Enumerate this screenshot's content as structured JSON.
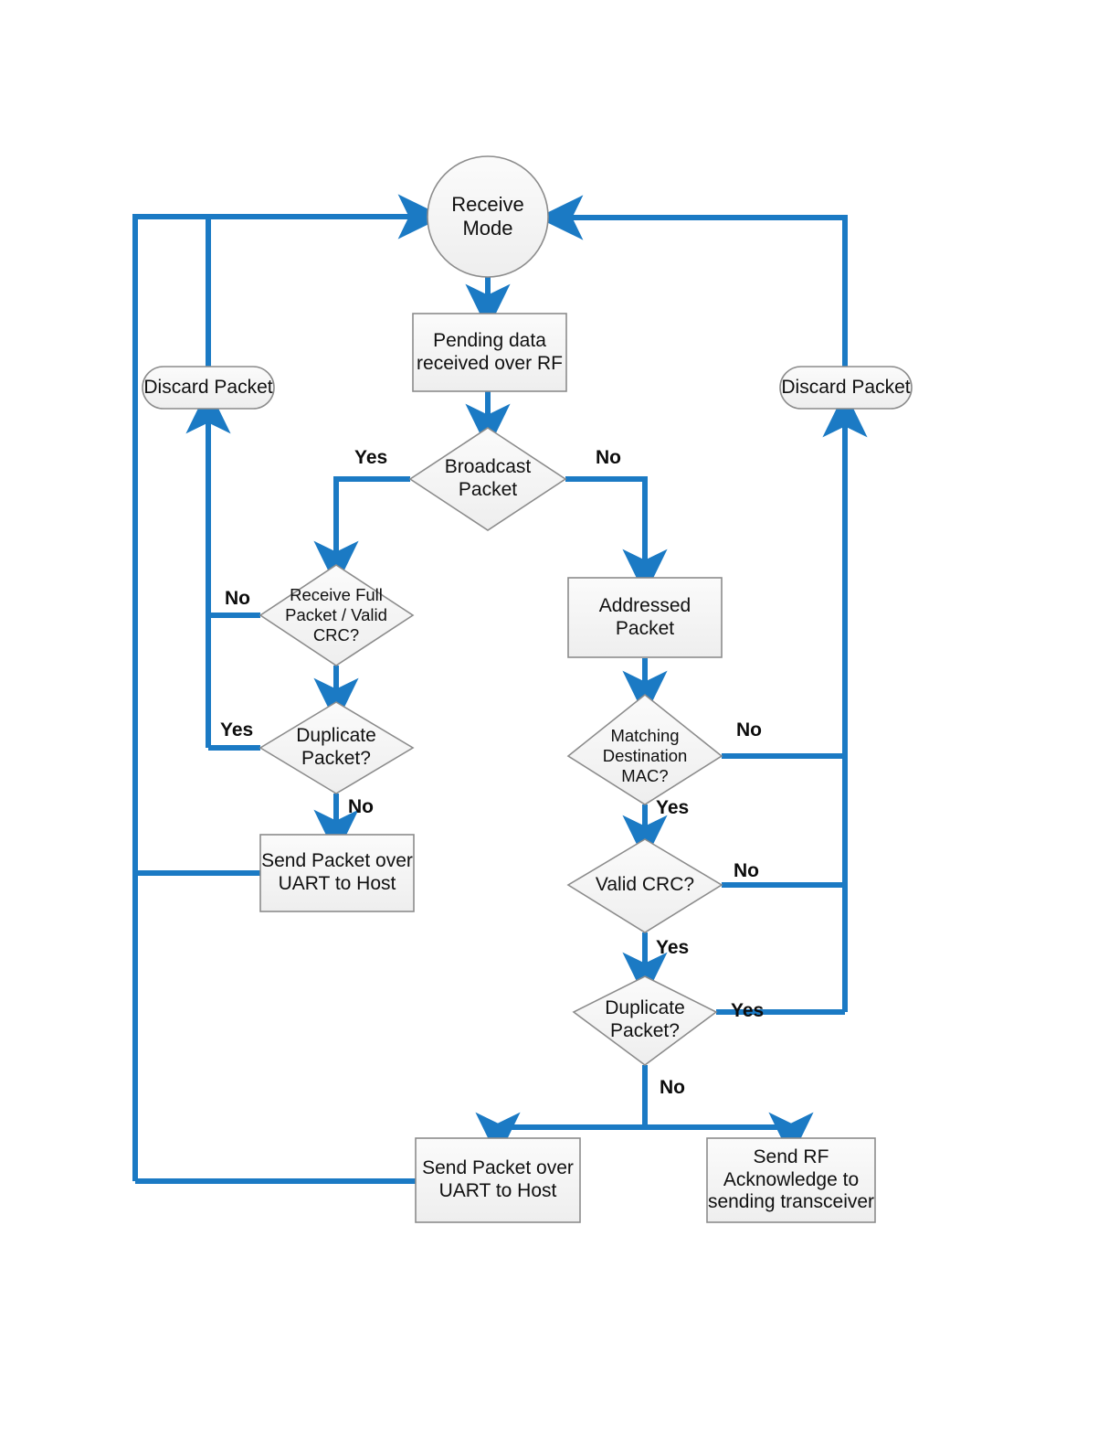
{
  "diagram": {
    "title": "RF Packet Receive Mode Flowchart",
    "type": "flowchart",
    "background_color": "#ffffff",
    "accent_color": "#1b7ac4",
    "node_fill_color": "#f2f2f2",
    "node_stroke_color": "#808080",
    "text_color": "#101010"
  },
  "nodes": {
    "receive_mode": {
      "label": "Receive\nMode",
      "shape": "circle"
    },
    "pending_data": {
      "label": "Pending data\nreceived over RF",
      "shape": "rectangle"
    },
    "broadcast_packet": {
      "label": "Broadcast\nPacket",
      "shape": "diamond"
    },
    "discard_left": {
      "label": "Discard Packet",
      "shape": "rounded-pill"
    },
    "discard_right": {
      "label": "Discard Packet",
      "shape": "rounded-pill"
    },
    "receive_full_packet": {
      "label": "Receive Full\nPacket / Valid\nCRC?",
      "shape": "diamond"
    },
    "duplicate_packet_left": {
      "label": "Duplicate\nPacket?",
      "shape": "diamond"
    },
    "send_uart_left": {
      "label": "Send Packet over\nUART to Host",
      "shape": "rectangle"
    },
    "addressed_packet": {
      "label": "Addressed Packet",
      "shape": "rectangle"
    },
    "matching_dest_mac": {
      "label": "Matching\nDestination\nMAC?",
      "shape": "diamond"
    },
    "valid_crc": {
      "label": "Valid CRC?",
      "shape": "diamond"
    },
    "duplicate_packet_right": {
      "label": "Duplicate\nPacket?",
      "shape": "diamond"
    },
    "send_uart_bottom": {
      "label": "Send Packet over\nUART to Host",
      "shape": "rectangle"
    },
    "send_rf_ack": {
      "label": "Send RF\nAcknowledge to\nsending transceiver",
      "shape": "rectangle"
    }
  },
  "edge_labels": {
    "broadcast_yes": "Yes",
    "broadcast_no": "No",
    "receive_full_no": "No",
    "duplicate_left_yes": "Yes",
    "duplicate_left_no": "No",
    "matching_mac_no": "No",
    "matching_mac_yes": "Yes",
    "valid_crc_no": "No",
    "valid_crc_yes": "Yes",
    "duplicate_right_yes": "Yes",
    "duplicate_right_no": "No"
  }
}
